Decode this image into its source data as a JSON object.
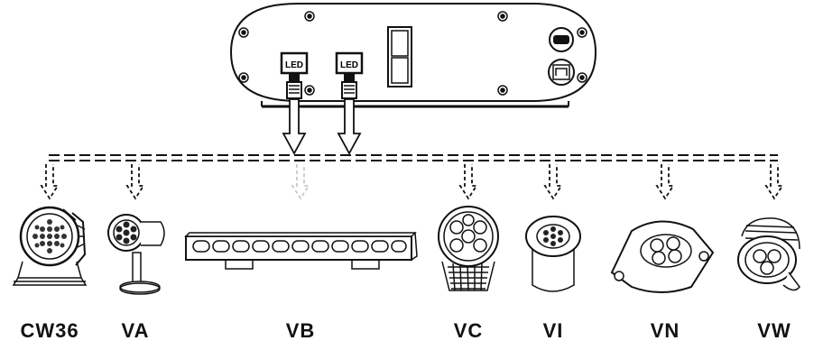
{
  "controller": {
    "port_labels": [
      "LED",
      "LED"
    ]
  },
  "fixtures": [
    {
      "label": "CW36"
    },
    {
      "label": "VA"
    },
    {
      "label": "VB"
    },
    {
      "label": "VC"
    },
    {
      "label": "VI"
    },
    {
      "label": "VN"
    },
    {
      "label": "VW"
    }
  ],
  "colors": {
    "line": "#111111",
    "faded_arrow": "#c8c8c8",
    "background": "#ffffff"
  }
}
